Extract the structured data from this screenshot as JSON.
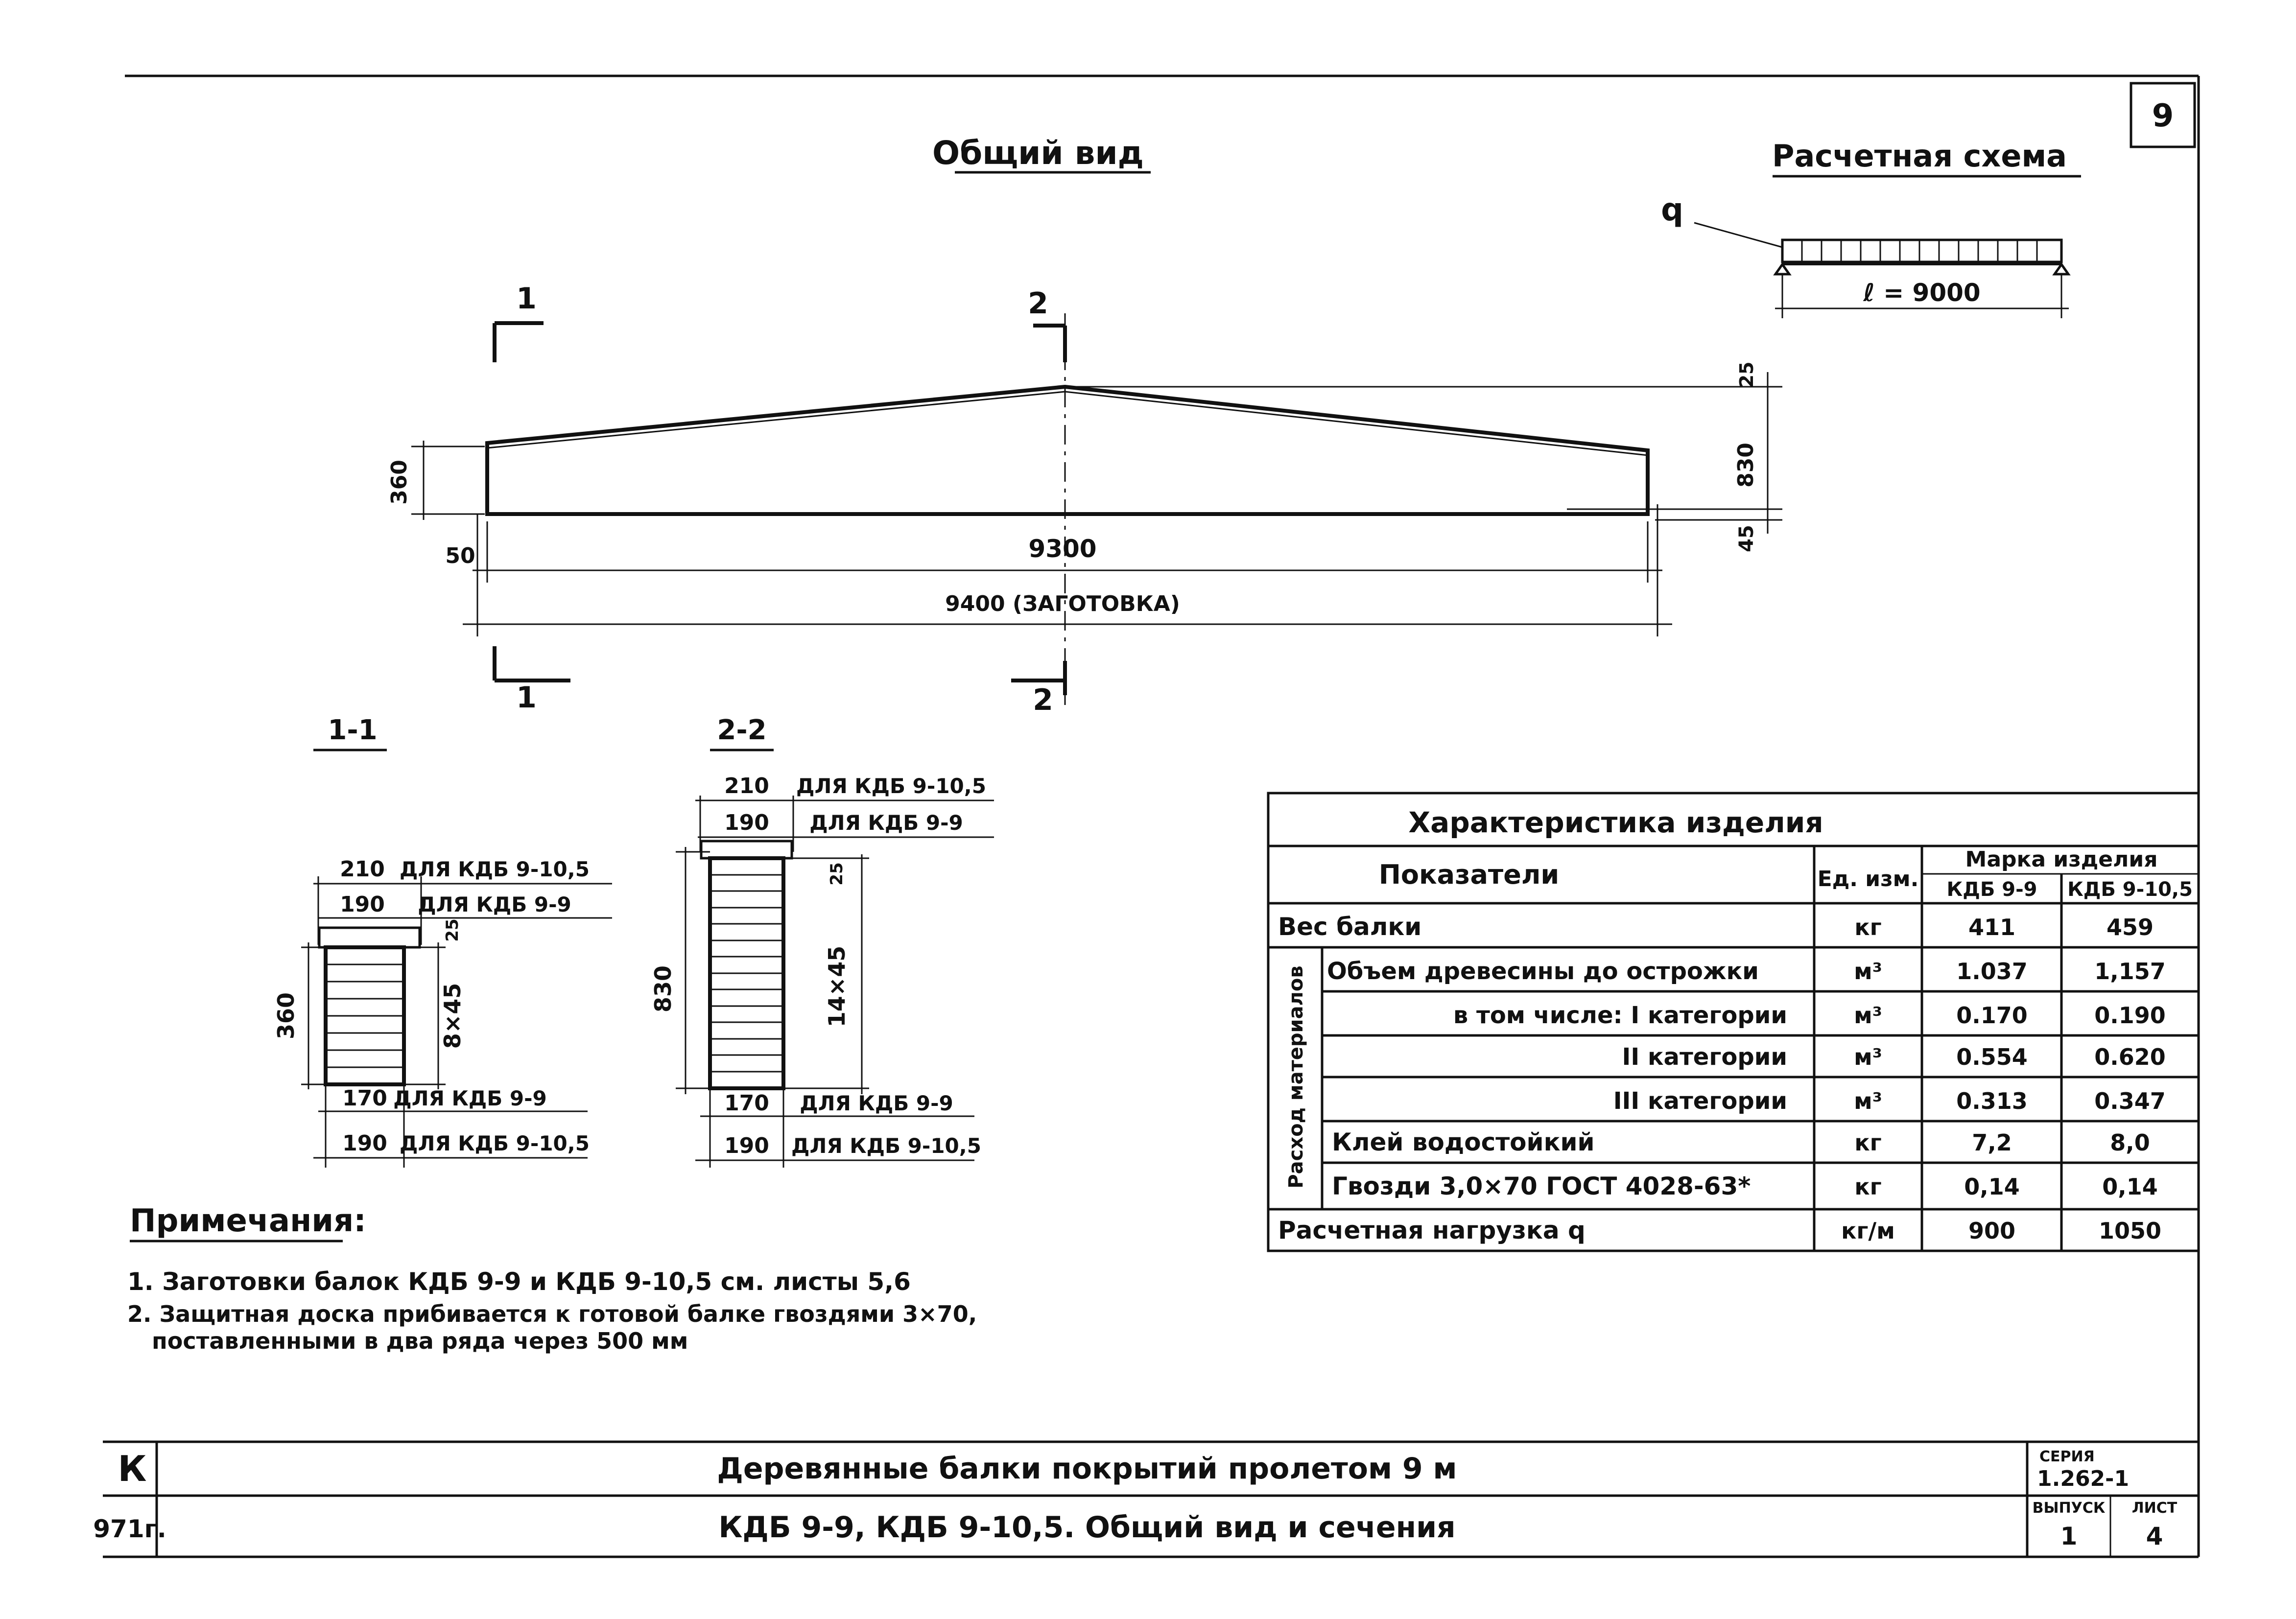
{
  "sheet_no": "9",
  "general_view": {
    "title": "Общий вид",
    "section_mark_1": "1",
    "section_mark_2": "2",
    "dim_height_left": "360",
    "dim_top_right": "25",
    "dim_height_right": "830",
    "dim_bottom_right": "45",
    "dim_offset_left": "50",
    "dim_span": "9300",
    "dim_blank": "9400 (ЗАГОТОВКА)"
  },
  "calc_scheme": {
    "title": "Расчетная схема",
    "load_label": "q",
    "span_label": "ℓ = 9000"
  },
  "section_1_1": {
    "title": "1-1",
    "top_w1": "210",
    "top_w1_label": "ДЛЯ КДБ 9-10,5",
    "top_w2": "190",
    "top_w2_label": "ДЛЯ КДБ 9-9",
    "board_h": "25",
    "height": "360",
    "layers": "8×45",
    "bot_w1": "170",
    "bot_w1_label": "ДЛЯ КДБ 9-9",
    "bot_w2": "190",
    "bot_w2_label": "ДЛЯ КДБ 9-10,5"
  },
  "section_2_2": {
    "title": "2-2",
    "top_w1": "210",
    "top_w1_label": "ДЛЯ КДБ 9-10,5",
    "top_w2": "190",
    "top_w2_label": "ДЛЯ КДБ 9-9",
    "board_h": "25",
    "height": "830",
    "layers": "14×45",
    "bot_w1": "170",
    "bot_w1_label": "ДЛЯ КДБ 9-9",
    "bot_w2": "190",
    "bot_w2_label": "ДЛЯ КДБ 9-10,5"
  },
  "spec_table": {
    "title": "Характеристика изделия",
    "col_indicators": "Показатели",
    "col_unit": "Ед. изм.",
    "col_mark": "Марка изделия",
    "col_a": "КДБ 9-9",
    "col_b": "КДБ 9-10,5",
    "group_label": "Расход материалов",
    "rows": [
      {
        "label": "Вес балки",
        "unit": "кг",
        "a": "411",
        "b": "459"
      },
      {
        "label": "Объем древесины до острожки",
        "unit": "м³",
        "a": "1.037",
        "b": "1,157"
      },
      {
        "label": "в том числе: I категории",
        "unit": "м³",
        "a": "0.170",
        "b": "0.190"
      },
      {
        "label": "II категории",
        "unit": "м³",
        "a": "0.554",
        "b": "0.620"
      },
      {
        "label": "III категории",
        "unit": "м³",
        "a": "0.313",
        "b": "0.347"
      },
      {
        "label": "Клей водостойкий",
        "unit": "кг",
        "a": "7,2",
        "b": "8,0"
      },
      {
        "label": "Гвозди 3,0×70 ГОСТ 4028-63*",
        "unit": "кг",
        "a": "0,14",
        "b": "0,14"
      },
      {
        "label": "Расчетная нагрузка q",
        "unit": "кг/м",
        "a": "900",
        "b": "1050"
      }
    ]
  },
  "notes": {
    "title": "Примечания:",
    "items": [
      "1. Заготовки балок КДБ 9-9 и КДБ 9-10,5 см. листы 5,6",
      "2. Защитная доска прибивается к готовой балке гвоздями 3×70,",
      "поставленными в два ряда через 500 мм"
    ]
  },
  "title_block": {
    "left_top": "К",
    "left_bottom": "971г.",
    "title": "Деревянные балки покрытий пролетом 9 м",
    "subtitle": "КДБ 9-9, КДБ 9-10,5. Общий вид и сечения",
    "series_label": "СЕРИЯ",
    "series": "1.262-1",
    "issue_label": "ВЫПУСК",
    "issue": "1",
    "sheet_label": "ЛИСТ",
    "sheet": "4"
  }
}
